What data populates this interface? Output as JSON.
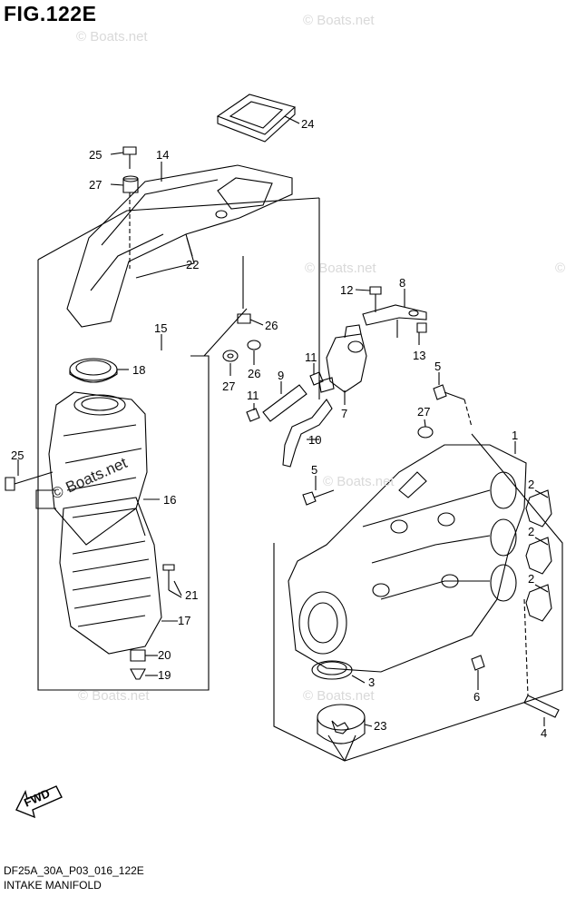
{
  "figure": {
    "title": "FIG.122E",
    "drawing_code": "DF25A_30A_P03_016_122E",
    "name": "INTAKE MANIFOLD"
  },
  "watermark": "© Boats.net",
  "direction_marker": "FWD",
  "callouts": [
    "24",
    "25",
    "14",
    "27",
    "22",
    "12",
    "8",
    "26",
    "13",
    "15",
    "11",
    "18",
    "26",
    "5",
    "27",
    "9",
    "11",
    "7",
    "27",
    "1",
    "10",
    "25",
    "5",
    "2",
    "16",
    "2",
    "2",
    "21",
    "17",
    "3",
    "6",
    "20",
    "19",
    "4",
    "23"
  ]
}
